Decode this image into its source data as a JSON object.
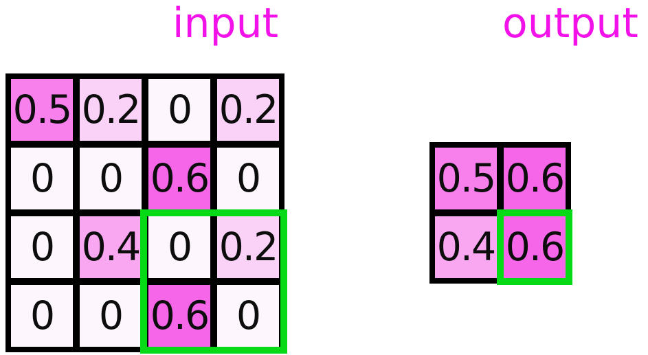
{
  "titles": {
    "input": "input",
    "output": "output"
  },
  "colors": {
    "title_text": "#f212e9",
    "grid_border": "#000000",
    "cell_text": "#0d0d0d",
    "highlight_border": "#06da16",
    "value_fill": {
      "0": "#fdf6fc",
      "0.2": "#fad2f7",
      "0.4": "#f9a7f1",
      "0.5": "#f780ec",
      "0.6": "#f566e8"
    }
  },
  "input_grid": {
    "rows": [
      [
        "0.5",
        "0.2",
        "0",
        "0.2"
      ],
      [
        "0",
        "0",
        "0.6",
        "0"
      ],
      [
        "0",
        "0.4",
        "0",
        "0.2"
      ],
      [
        "0",
        "0",
        "0.6",
        "0"
      ]
    ],
    "highlighted_region": "bottom-right-2x2-window"
  },
  "output_grid": {
    "rows": [
      [
        "0.5",
        "0.6"
      ],
      [
        "0.4",
        "0.6"
      ]
    ],
    "highlighted_region": "bottom-right-cell"
  }
}
